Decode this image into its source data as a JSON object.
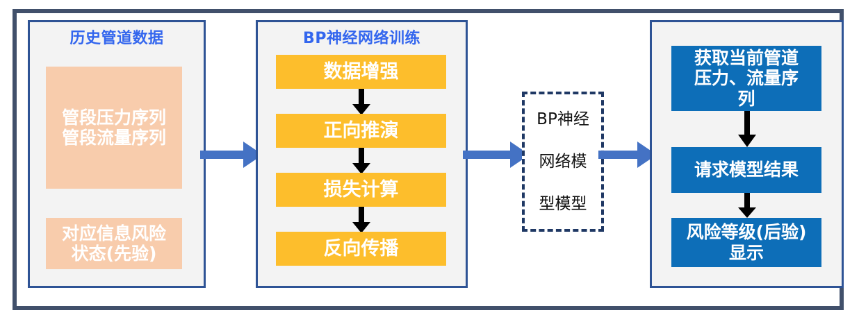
{
  "diagram": {
    "title_color": "#3366EE",
    "frame_color": "#41506B",
    "panel_border_color": "#2E5395",
    "panel_fill_color": "#F3F3F3",
    "peach_color": "#F8CCAC",
    "orange_color": "#FDBE2C",
    "blue_color": "#0D6EB8",
    "connector_color": "#4472C4",
    "dashed_color": "#1F3864",
    "arrow_color": "#000000"
  },
  "panels": {
    "input": {
      "title": "历史管道数据",
      "boxes": [
        {
          "label": "管段压力序列\n管段流量序列"
        },
        {
          "label": "对应信息风险\n状态(先验)"
        }
      ]
    },
    "training": {
      "title": "BP神经网络训练",
      "boxes": [
        {
          "label": "数据增强"
        },
        {
          "label": "正向推演"
        },
        {
          "label": "损失计算"
        },
        {
          "label": "反向传播"
        }
      ]
    },
    "model": {
      "lines": [
        "BP神经",
        "网络模",
        "型模型"
      ]
    },
    "apply": {
      "title": "",
      "boxes": [
        {
          "label": "获取当前管道\n压力、流量序\n列"
        },
        {
          "label": "请求模型结果"
        },
        {
          "label": "风险等级(后验)\n显示"
        }
      ]
    }
  },
  "connectors": {
    "input_to_training": "arrow-right",
    "training_to_model": "arrow-right",
    "model_to_apply": "arrow-right",
    "training_step_1": "arrow-down",
    "training_step_2": "arrow-down",
    "training_step_3": "arrow-down",
    "apply_step_1": "arrow-down",
    "apply_step_2": "arrow-down"
  }
}
